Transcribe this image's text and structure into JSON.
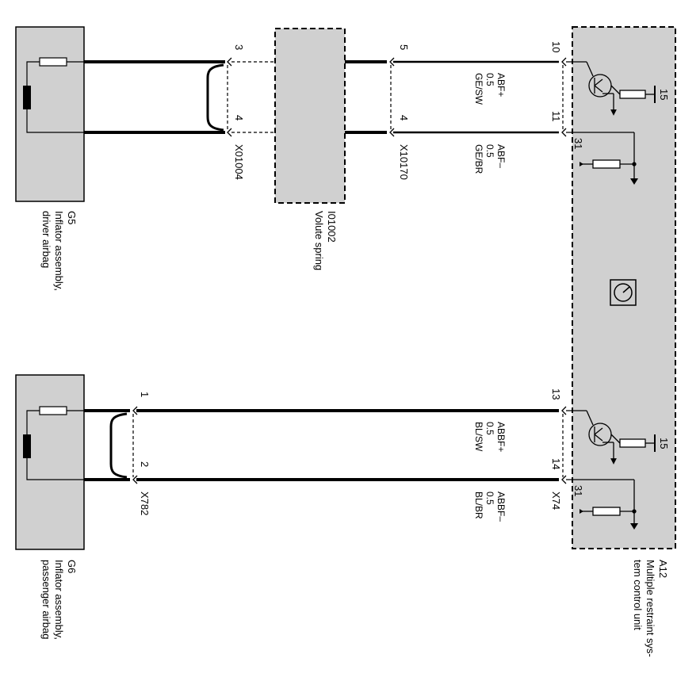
{
  "components": {
    "g5": {
      "ref": "G5",
      "desc1": "Inflator assembly,",
      "desc2": "driver airbag"
    },
    "g6": {
      "ref": "G6",
      "desc1": "Inflator assembly,",
      "desc2": "passenger airbag"
    },
    "i01002": {
      "ref": "I01002",
      "desc": "Volute spring"
    },
    "a12": {
      "ref": "A12",
      "desc1": "Multiple restraint sys-",
      "desc2": "tem control unit"
    }
  },
  "connectors": {
    "x01004": {
      "name": "X01004",
      "pin_a": "3",
      "pin_b": "4"
    },
    "x10170": {
      "name": "X10170",
      "pin_a": "5",
      "pin_b": "4"
    },
    "x782": {
      "name": "X782",
      "pin_a": "1",
      "pin_b": "2"
    },
    "x74": {
      "name": "X74",
      "pin_10": "10",
      "pin_11": "11",
      "pin_13": "13",
      "pin_14": "14"
    }
  },
  "wires": {
    "abf_plus": {
      "signal": "ABF+",
      "size": "0.5",
      "color": "GE/SW"
    },
    "abf_minus": {
      "signal": "ABF–",
      "size": "0.5",
      "color": "GE/BR"
    },
    "abbf_plus": {
      "signal": "ABBF+",
      "size": "0.5",
      "color": "BL/SW"
    },
    "abbf_minus": {
      "signal": "ABBF–",
      "size": "0.5",
      "color": "BL/BR"
    }
  },
  "terminals": {
    "upper_15": "15",
    "upper_31": "31",
    "lower_15": "15",
    "lower_31": "31"
  },
  "colors": {
    "component_fill": "#d0d0d0",
    "line": "#000000"
  }
}
